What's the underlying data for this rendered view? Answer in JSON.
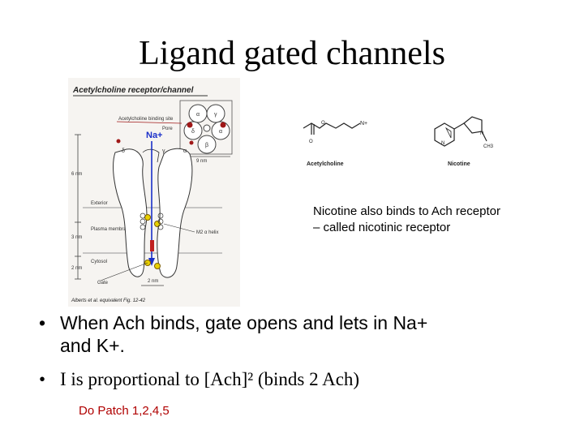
{
  "slide": {
    "title": "Ligand gated channels"
  },
  "figure": {
    "heading": "Acetylcholine receptor/channel",
    "labels": {
      "binding_site": "Acetylcholine binding site",
      "pore": "Pore",
      "ion": "Na+",
      "width": "9 nm",
      "exterior": "Exterior",
      "plasma_membrane": "Plasma membrane",
      "m2_helix": "M2 α helix",
      "cytosol": "Cytosol",
      "gate": "Gate",
      "gate_width": "2 nm",
      "dim_6nm": "6 nm",
      "dim_3nm": "3 nm",
      "dim_2nm": "2 nm",
      "credit": "Alberts et al. equivalent  Fig. 12-42",
      "sub_alpha": "α",
      "sub_gamma": "γ",
      "sub_delta": "δ",
      "sub_beta": "β"
    }
  },
  "molecules": {
    "acetylcholine": "Acetylcholine",
    "nicotine": "Nicotine",
    "n_plus": "N+",
    "ch3": "CH3",
    "o_atom": "O",
    "n_atom": "N"
  },
  "note": {
    "line1": "Nicotine also binds to Ach receptor",
    "line2": "– called nicotinic receptor"
  },
  "bullets": {
    "b1_line1": "When Ach binds, gate opens and lets in Na+",
    "b1_line2": "and K+.",
    "b2": "I is proportional to [Ach]² (binds 2 Ach)"
  },
  "sub_note": "Do Patch 1,2,4,5",
  "colors": {
    "binding_site": "#a01818",
    "ion": "#1a2fc9",
    "ion_marker": "#e8d000"
  }
}
